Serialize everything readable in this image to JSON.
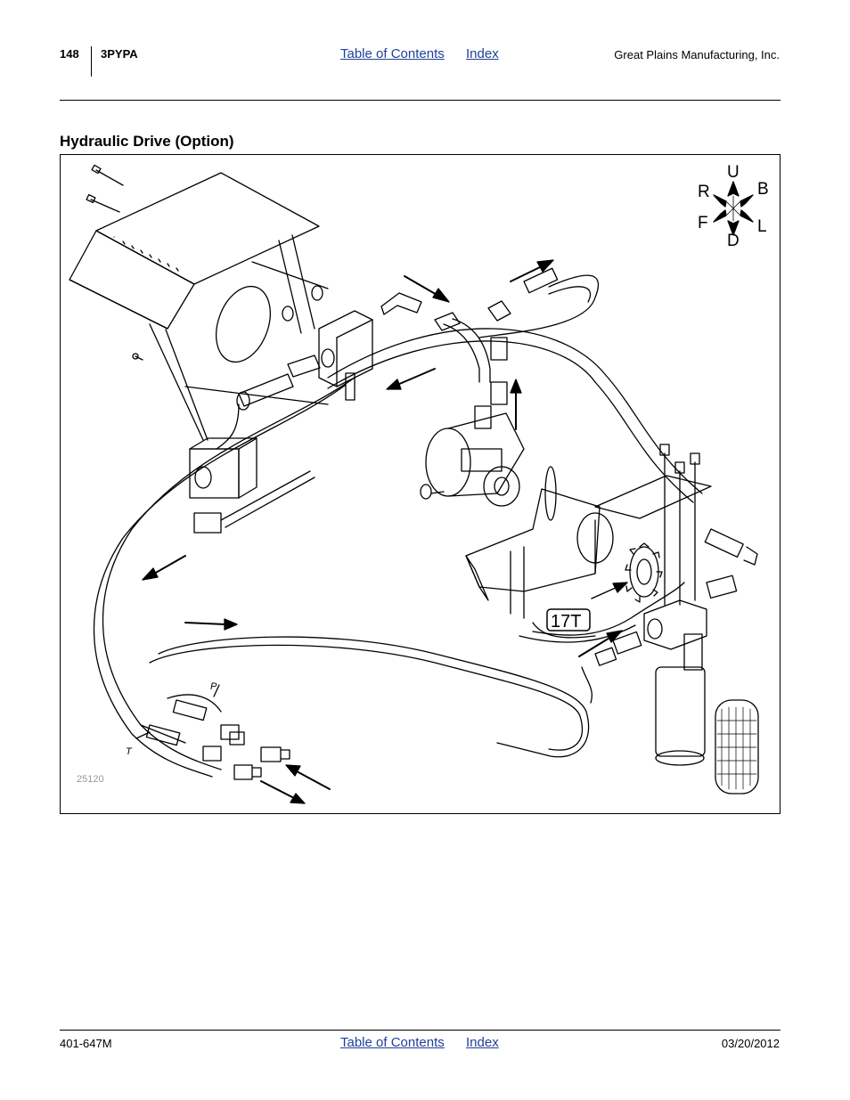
{
  "header": {
    "page_number": "148",
    "model": "3PYPA",
    "toc_link": "Table of Contents",
    "index_link": "Index",
    "company": "Great Plains Manufacturing, Inc."
  },
  "section": {
    "title": "Hydraulic Drive (Option)"
  },
  "figure": {
    "compass": {
      "up": "U",
      "right_rear": "R",
      "back": "B",
      "front": "F",
      "left": "L",
      "down": "D"
    },
    "callout_sprocket": "17T",
    "hose_label_pressure": "P",
    "hose_label_tank": "T",
    "figure_number": "25120"
  },
  "footer": {
    "doc_id": "401-647M",
    "toc_link": "Table of Contents",
    "index_link": "Index",
    "date": "03/20/2012"
  }
}
